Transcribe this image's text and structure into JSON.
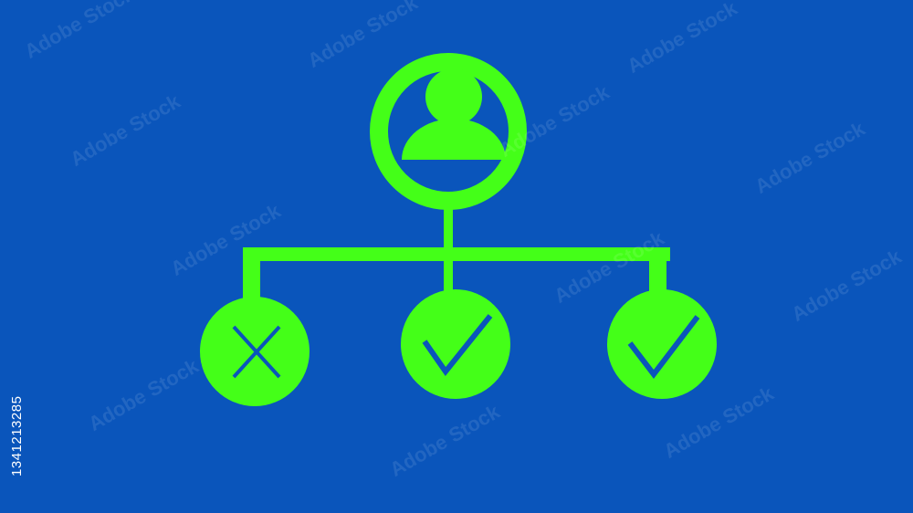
{
  "background_color": "#0a55bb",
  "accent_color": "#44ff18",
  "mark_color": "#0a55bb",
  "stock_id": "1341213285",
  "watermark_text": "Adobe Stock",
  "diagram": {
    "root": {
      "icon": "user-avatar-icon"
    },
    "children": [
      {
        "icon": "x-mark-icon",
        "status": "rejected"
      },
      {
        "icon": "check-mark-icon",
        "status": "approved"
      },
      {
        "icon": "check-mark-icon",
        "status": "approved"
      }
    ]
  }
}
